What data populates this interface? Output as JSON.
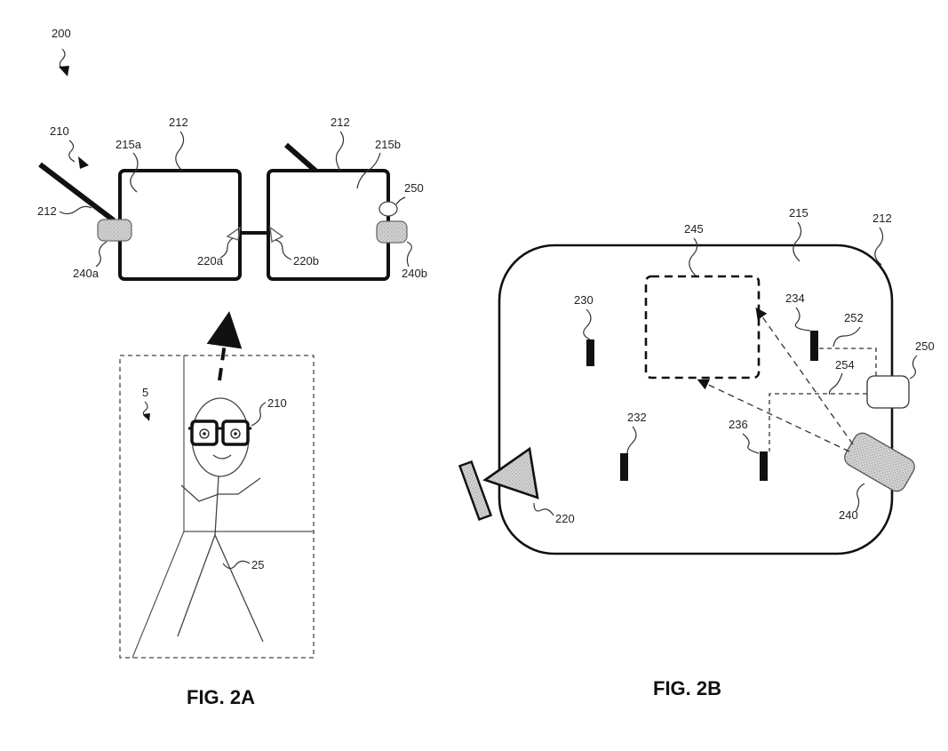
{
  "figure_ref": "200",
  "fig2a": {
    "caption": "FIG. 2A",
    "labels": {
      "glasses": "210",
      "temple_left": "212",
      "frame_top_left": "212",
      "frame_top_right": "212",
      "lens_left": "215a",
      "lens_right": "215b",
      "sensor_right": "250",
      "projector_left": "220a",
      "projector_right": "220b",
      "camera_left": "240a",
      "camera_right": "240b",
      "scene": "5",
      "person_glasses": "210",
      "person": "25"
    }
  },
  "fig2b": {
    "caption": "FIG. 2B",
    "labels": {
      "lens": "215",
      "frame": "212",
      "display_region": "245",
      "marker_230": "230",
      "marker_232": "232",
      "marker_234": "234",
      "marker_236": "236",
      "path_252": "252",
      "path_254": "254",
      "controller": "250",
      "camera": "240",
      "projector": "220"
    }
  },
  "colors": {
    "ink": "#111111",
    "component_fill": "#c8c8c8",
    "background": "#ffffff"
  }
}
